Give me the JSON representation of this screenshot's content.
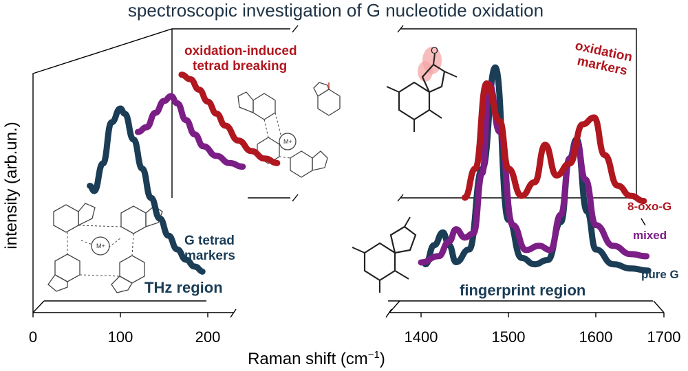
{
  "chart_data": {
    "type": "line",
    "title": "spectroscopic investigation of G nucleotide oxidation",
    "xlabel": "Raman shift (cm",
    "xlabel_sup": "−1",
    "xlabel_end": ")",
    "ylabel": "intensity (arb.un.)",
    "panels": [
      {
        "name": "THz region",
        "xlim": [
          0,
          240
        ],
        "ticks": [
          "0",
          "100",
          "200"
        ],
        "series": [
          {
            "name": "pure G",
            "color": "#1b3d56",
            "x": [
              65,
              70,
              80,
              90,
              100,
              105,
              115,
              125,
              135,
              145,
              155,
              165,
              175,
              185,
              195
            ],
            "y": [
              0.55,
              0.52,
              0.68,
              0.92,
              1.0,
              0.97,
              0.82,
              0.65,
              0.48,
              0.36,
              0.26,
              0.18,
              0.12,
              0.08,
              0.05
            ]
          },
          {
            "name": "mixed",
            "color": "#7b1e86",
            "x": [
              120,
              130,
              140,
              150,
              158,
              165,
              175,
              185,
              195,
              210,
              225,
              240
            ],
            "y": [
              0.62,
              0.66,
              0.78,
              0.88,
              0.92,
              0.86,
              0.72,
              0.6,
              0.5,
              0.42,
              0.36,
              0.33
            ]
          },
          {
            "name": "8-oxo-G",
            "color": "#b0171f",
            "x": [
              170,
              180,
              190,
              200,
              210,
              220,
              235,
              250,
              265,
              280
            ],
            "y": [
              0.96,
              0.93,
              0.86,
              0.78,
              0.7,
              0.62,
              0.52,
              0.45,
              0.4,
              0.37
            ]
          }
        ]
      },
      {
        "name": "fingerprint region",
        "xlim": [
          1360,
          1700
        ],
        "ticks": [
          "1400",
          "1500",
          "1600",
          "1700"
        ],
        "series": [
          {
            "name": "pure G",
            "color": "#1b3d56",
            "x": [
              1405,
              1415,
              1425,
              1432,
              1440,
              1455,
              1470,
              1485,
              1500,
              1515,
              1530,
              1545,
              1560,
              1570,
              1578,
              1590,
              1600,
              1620,
              1640,
              1660
            ],
            "y": [
              0.05,
              0.14,
              0.2,
              0.14,
              0.06,
              0.12,
              0.5,
              0.98,
              0.26,
              0.08,
              0.05,
              0.07,
              0.25,
              0.55,
              0.64,
              0.3,
              0.12,
              0.05,
              0.03,
              0.02
            ]
          },
          {
            "name": "mixed",
            "color": "#7b1e86",
            "x": [
              1400,
              1420,
              1432,
              1440,
              1450,
              1460,
              1470,
              1478,
              1490,
              1505,
              1520,
              1535,
              1548,
              1560,
              1570,
              1578,
              1588,
              1600,
              1620,
              1640,
              1658
            ],
            "y": [
              0.02,
              0.05,
              0.12,
              0.18,
              0.14,
              0.16,
              0.45,
              0.88,
              0.65,
              0.2,
              0.08,
              0.1,
              0.08,
              0.25,
              0.52,
              0.6,
              0.42,
              0.2,
              0.1,
              0.06,
              0.05
            ]
          },
          {
            "name": "8-oxo-G",
            "color": "#b0171f",
            "x": [
              1450,
              1462,
              1475,
              1490,
              1500,
              1515,
              1530,
              1542,
              1555,
              1570,
              1585,
              1598,
              1610,
              1625,
              1640,
              1655
            ],
            "y": [
              0.05,
              0.22,
              0.72,
              0.5,
              0.22,
              0.06,
              0.14,
              0.36,
              0.18,
              0.25,
              0.48,
              0.52,
              0.3,
              0.12,
              0.06,
              0.03
            ]
          }
        ]
      }
    ],
    "legend": [
      "8-oxo-G",
      "mixed",
      "pure G"
    ],
    "annotations": {
      "oxidation_tetrad": [
        "oxidation-induced",
        "tetrad breaking"
      ],
      "g_tetrad": [
        "G tetrad",
        "markers"
      ],
      "oxidation_markers": [
        "oxidation",
        "markers"
      ],
      "thz_region": "THz region",
      "fingerprint_region": "fingerprint region",
      "metal_ion": "M+"
    },
    "grid": false
  }
}
